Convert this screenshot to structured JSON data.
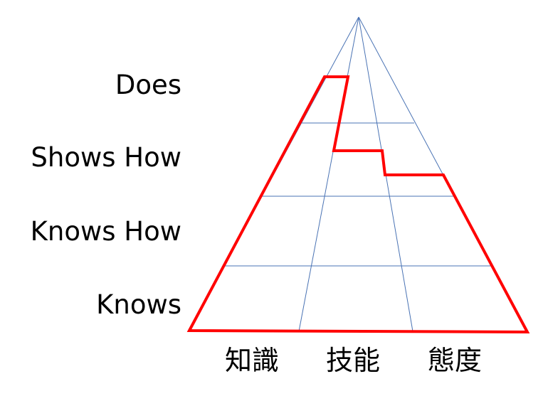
{
  "levels": {
    "does": "Does",
    "shows_how": "Shows How",
    "knows_how": "Knows How",
    "knows": "Knows"
  },
  "domains": {
    "knowledge": "知識",
    "skill": "技能",
    "attitude": "態度"
  },
  "colors": {
    "grid": "#4a73b4",
    "outline": "#ff0000",
    "text": "#000000"
  }
}
